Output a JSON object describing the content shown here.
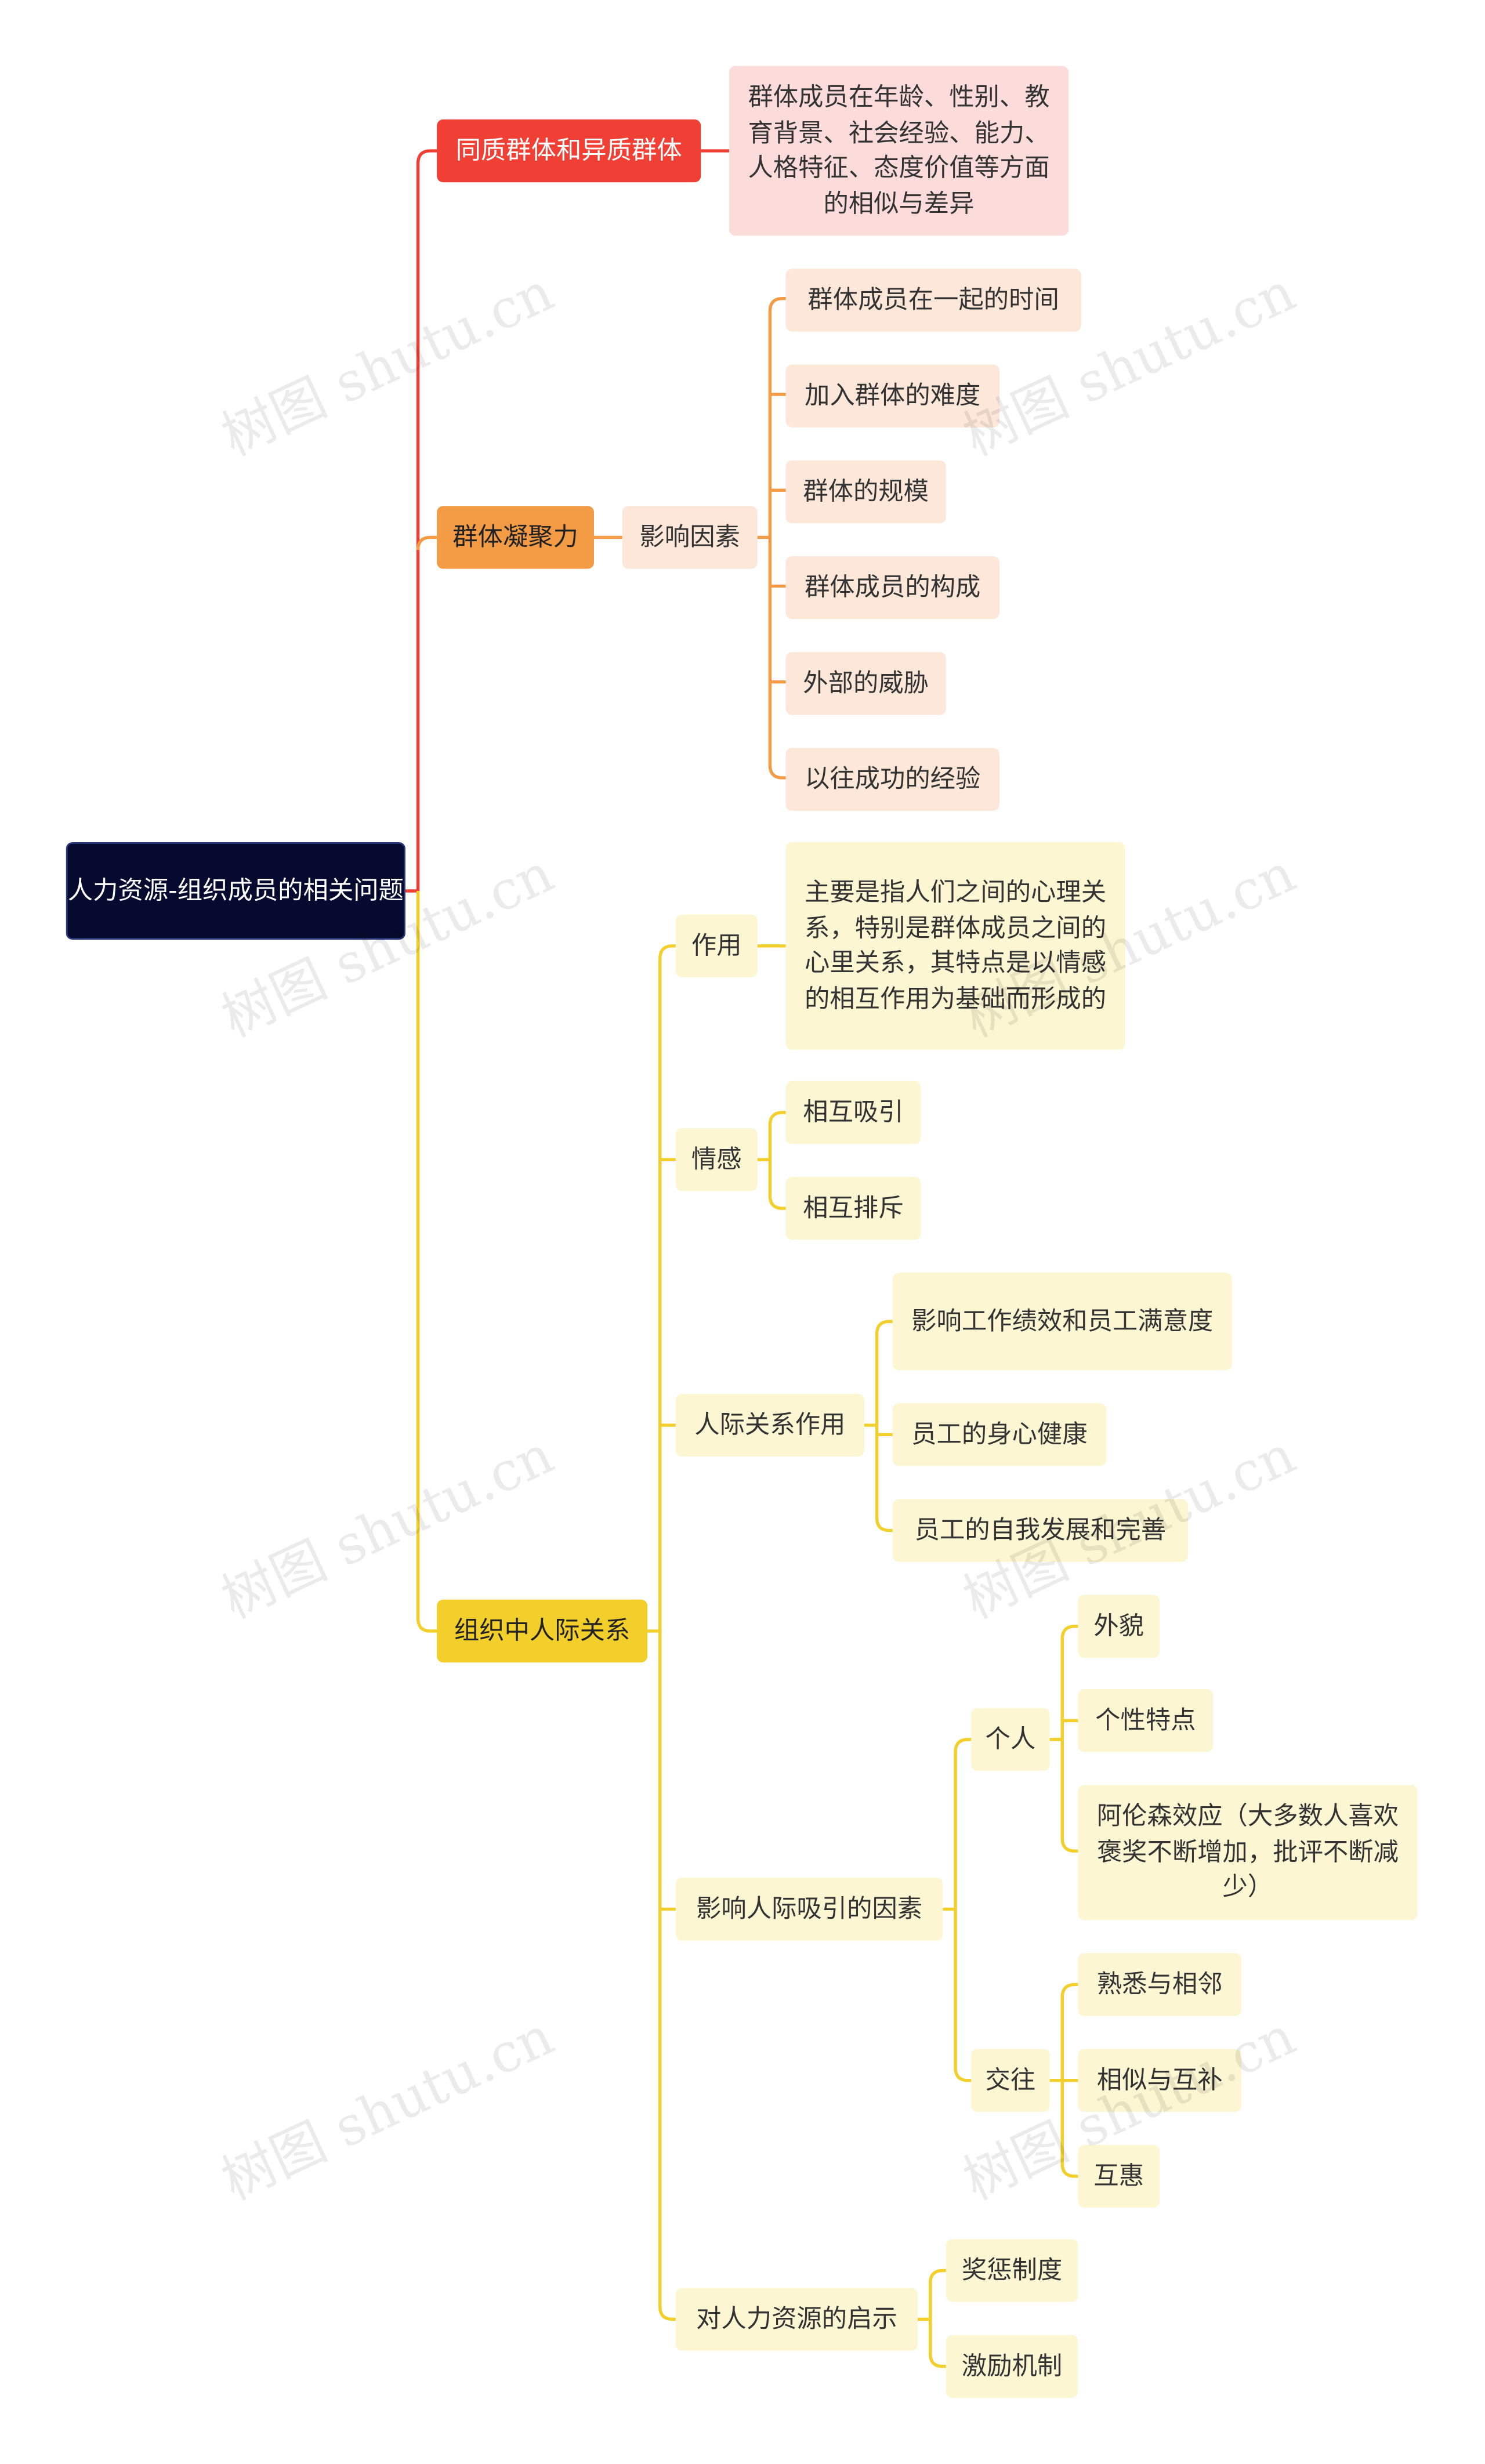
{
  "root": "人力资源-组织成员的相关问题",
  "watermark": "树图 shutu.cn",
  "colors": {
    "root_bg": "#060a2e",
    "red": "#f04035",
    "red_light": "#fcdcdb",
    "orange": "#f39c45",
    "orange_light": "#fde7d8",
    "yellow": "#f2cf2b",
    "yellow_light": "#fdf6d2",
    "text_dark": "#333333",
    "text_light": "#ffffff"
  },
  "branches": [
    {
      "label": "同质群体和异质群体",
      "children": [
        {
          "label": "群体成员在年龄、性别、教育背景、社会经验、能力、人格特征、态度价值等方面的相似与差异"
        }
      ]
    },
    {
      "label": "群体凝聚力",
      "children": [
        {
          "label": "影响因素",
          "children": [
            {
              "label": "群体成员在一起的时间"
            },
            {
              "label": "加入群体的难度"
            },
            {
              "label": "群体的规模"
            },
            {
              "label": "群体成员的构成"
            },
            {
              "label": "外部的威胁"
            },
            {
              "label": "以往成功的经验"
            }
          ]
        }
      ]
    },
    {
      "label": "组织中人际关系",
      "children": [
        {
          "label": "作用",
          "children": [
            {
              "label": "主要是指人们之间的心理关系，特别是群体成员之间的心里关系，其特点是以情感的相互作用为基础而形成的"
            }
          ]
        },
        {
          "label": "情感",
          "children": [
            {
              "label": "相互吸引"
            },
            {
              "label": "相互排斥"
            }
          ]
        },
        {
          "label": "人际关系作用",
          "children": [
            {
              "label": "影响工作绩效和员工满意度"
            },
            {
              "label": "员工的身心健康"
            },
            {
              "label": "员工的自我发展和完善"
            }
          ]
        },
        {
          "label": "影响人际吸引的因素",
          "children": [
            {
              "label": "个人",
              "children": [
                {
                  "label": "外貌"
                },
                {
                  "label": "个性特点"
                },
                {
                  "label": "阿伦森效应（大多数人喜欢褒奖不断增加，批评不断减少）"
                }
              ]
            },
            {
              "label": "交往",
              "children": [
                {
                  "label": "熟悉与相邻"
                },
                {
                  "label": "相似与互补"
                },
                {
                  "label": "互惠"
                }
              ]
            }
          ]
        },
        {
          "label": "对人力资源的启示",
          "children": [
            {
              "label": "奖惩制度"
            },
            {
              "label": "激励机制"
            }
          ]
        }
      ]
    }
  ]
}
